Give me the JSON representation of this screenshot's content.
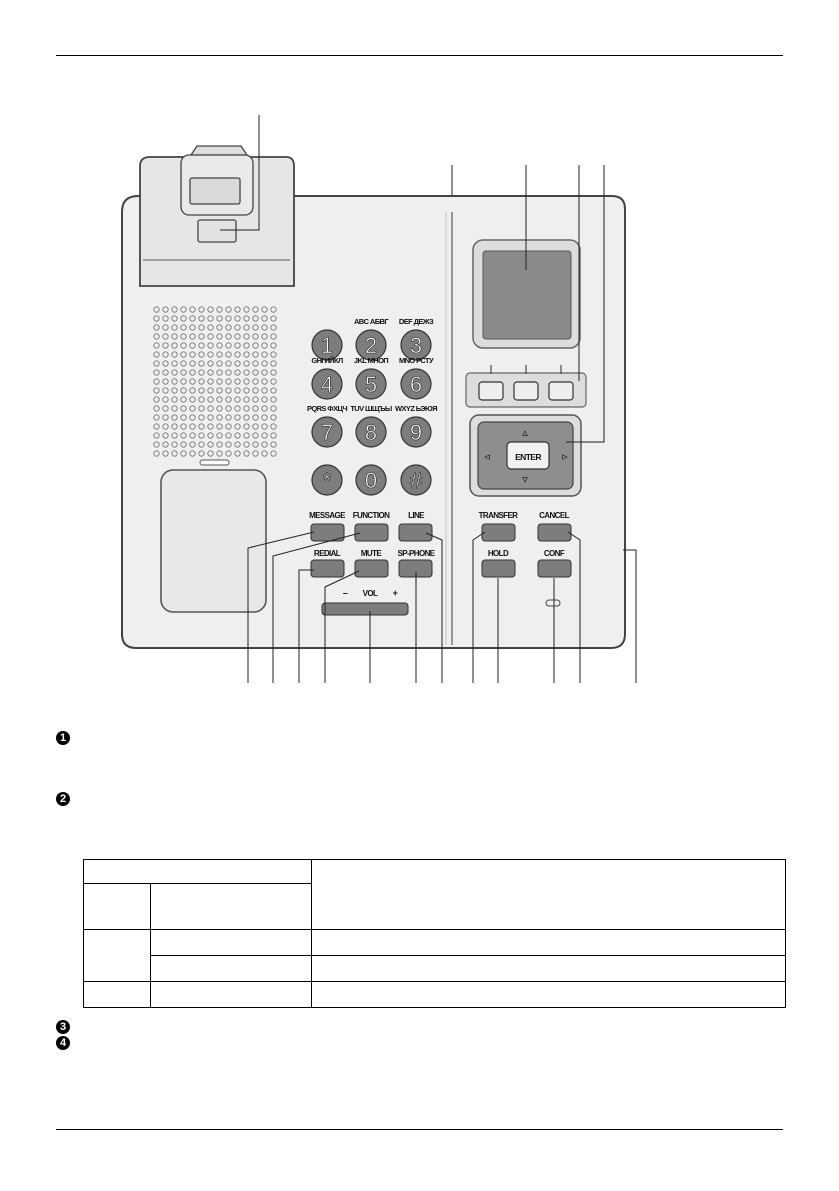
{
  "digit_keys": [
    {
      "digit": "1",
      "label": ""
    },
    {
      "digit": "2",
      "label": "ABC АБВГ"
    },
    {
      "digit": "3",
      "label": "DEF ДЕЖЗ"
    },
    {
      "digit": "4",
      "label": "GHI ИЙКЛ"
    },
    {
      "digit": "5",
      "label": "JKL МНОП"
    },
    {
      "digit": "6",
      "label": "MNO РСТУ"
    },
    {
      "digit": "7",
      "label": "PQRS ФХЦЧ"
    },
    {
      "digit": "8",
      "label": "TUV ШЩЪЫ"
    },
    {
      "digit": "9",
      "label": "WXYZ ЬЭЮЯ"
    },
    {
      "digit": "*",
      "label": ""
    },
    {
      "digit": "0",
      "label": ""
    },
    {
      "digit": "#",
      "label": ""
    }
  ],
  "function_keys": {
    "message": "MESSAGE",
    "function": "FUNCTION",
    "line": "LINE",
    "redial": "REDIAL",
    "mute": "MUTE",
    "sp_phone": "SP-PHONE",
    "transfer": "TRANSFER",
    "cancel": "CANCEL",
    "hold": "HOLD",
    "conf": "CONF"
  },
  "volume": {
    "minus": "–",
    "label": "VOL",
    "plus": "+"
  },
  "navigator": {
    "enter": "ENTER",
    "up": "▵",
    "down": "▿",
    "left": "◃",
    "right": "▹"
  },
  "bullets": [
    "1",
    "2",
    "3",
    "4"
  ],
  "colors": {
    "body": "#efefef",
    "body_outline": "#444444",
    "key": "#7d7d7d",
    "screen": "#8a8a8a",
    "frame": "#c8c8c8"
  }
}
